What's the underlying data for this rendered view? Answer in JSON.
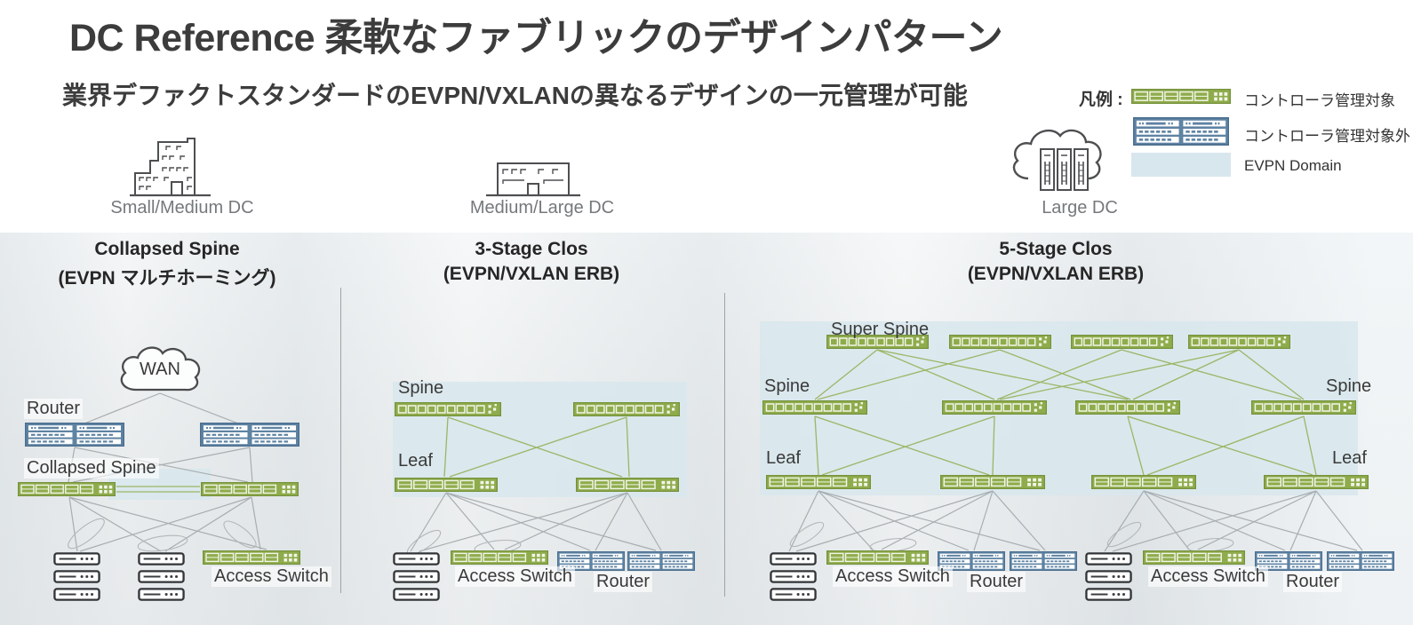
{
  "slide": {
    "title": "DC Reference 柔軟なファブリックのデザインパターン",
    "subtitle": "業界デファクトスタンダードのEVPN/VXLANの異なるデザインの一元管理が可能"
  },
  "legend": {
    "heading": "凡例 :",
    "managed": "コントローラ管理対象",
    "unmanaged": "コントローラ管理対象外",
    "evpn_domain": "EVPN Domain"
  },
  "dc_sizes": {
    "small": "Small/Medium DC",
    "medium": "Medium/Large DC",
    "large": "Large DC"
  },
  "designs": {
    "collapsed": {
      "title": "Collapsed Spine",
      "subtitle": "(EVPN マルチホーミング)",
      "wan": "WAN",
      "router": "Router",
      "collapsed_spine": "Collapsed Spine",
      "access_switch": "Access Switch"
    },
    "three_stage": {
      "title": "3-Stage Clos",
      "subtitle": "(EVPN/VXLAN ERB)",
      "spine": "Spine",
      "leaf": "Leaf",
      "access_switch": "Access Switch",
      "router": "Router"
    },
    "five_stage": {
      "title": "5-Stage Clos",
      "subtitle": "(EVPN/VXLAN ERB)",
      "super_spine": "Super Spine",
      "spine": "Spine",
      "leaf": "Leaf",
      "access_switch": "Access Switch",
      "router": "Router"
    }
  },
  "colors": {
    "managed_green": "#8fac4c",
    "managed_green_border": "#76923c",
    "unmanaged_blue": "#5e83a3",
    "unmanaged_blue_border": "#4b6f8f",
    "evpn_domain_fill": "#d8e7ed",
    "green_link": "#9cb566",
    "gray_link": "#a8adb0",
    "title_text": "#3c3c3c"
  }
}
